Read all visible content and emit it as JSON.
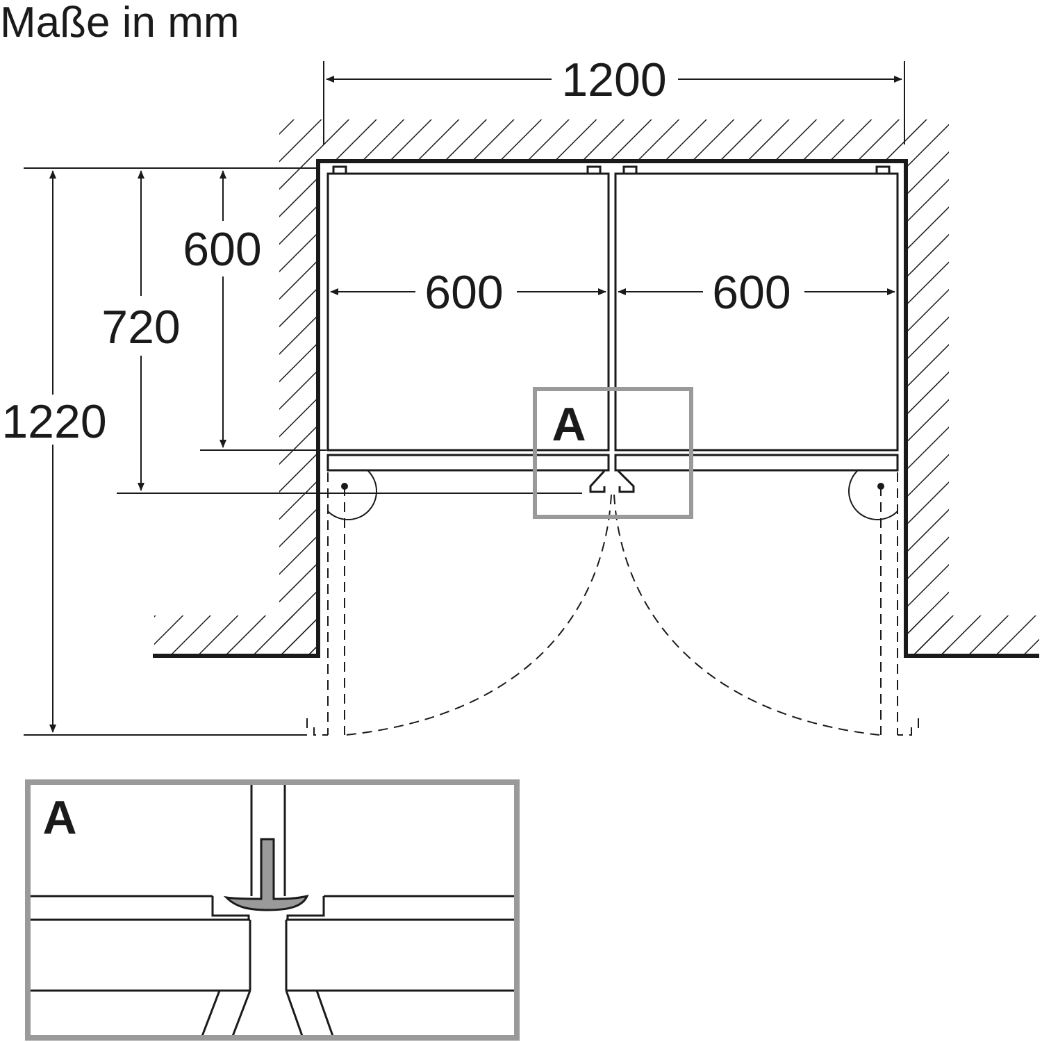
{
  "title": "Maße in mm",
  "dimensions": {
    "total_width": "1200",
    "left_niche_width": "600",
    "right_niche_width": "600",
    "depth_body": "600",
    "depth_with_door": "720",
    "depth_door_open": "1220"
  },
  "detail": {
    "marker_label": "A",
    "inset_label": "A"
  },
  "colors": {
    "line": "#1a1a1a",
    "detail_frame": "#9a9a9a",
    "detail_fill": "#9a9a9a"
  }
}
